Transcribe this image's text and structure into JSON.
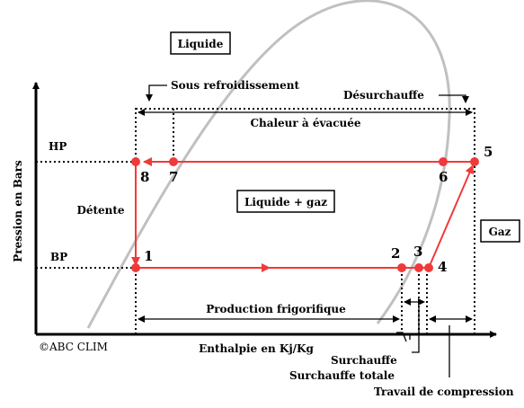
{
  "labels": {
    "liquide": "Liquide",
    "gaz": "Gaz",
    "liquide_gaz": "Liquide + gaz",
    "pression": "Pression en Bars",
    "enthalpie": "Enthalpie en Kj/Kg",
    "copyright": "©ABC CLIM",
    "hp": "HP",
    "bp": "BP",
    "sous_refroidissement": "Sous refroidissement",
    "desurchauffe": "Désurchauffe",
    "chaleur": "Chaleur à évacuée",
    "detente": "Détente",
    "production": "Production frigorifique",
    "surchauffe": "Surchauffe",
    "surchauffe_totale": "Surchauffe totale",
    "travail": "Travail de compression"
  },
  "points": [
    "1",
    "2",
    "3",
    "4",
    "5",
    "6",
    "7",
    "8"
  ],
  "colors": {
    "cycle": "#f03a3a",
    "dome": "#c0c0c0",
    "ink": "#000000"
  }
}
